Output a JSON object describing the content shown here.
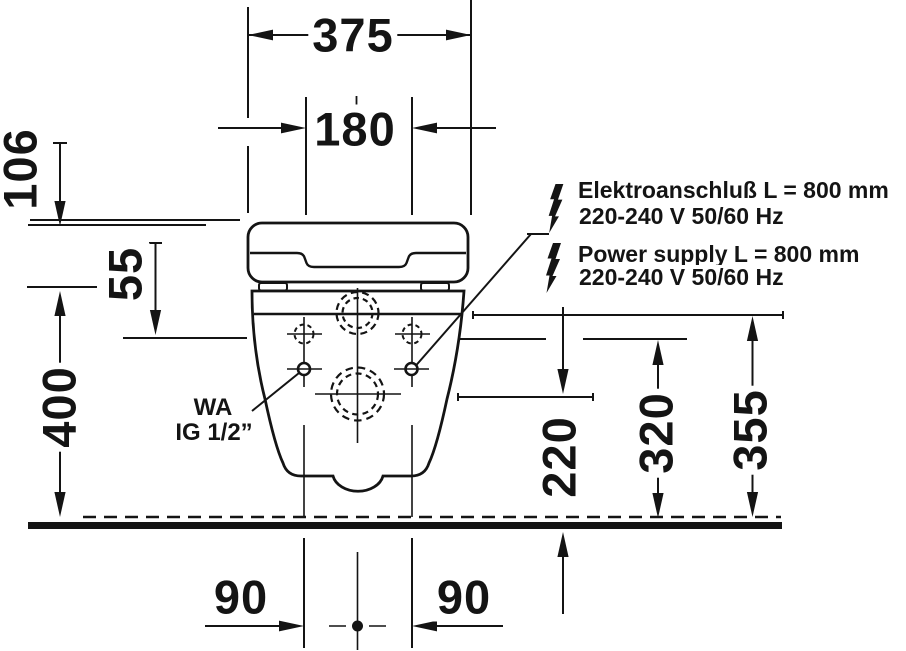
{
  "drawing": {
    "type": "technical-installation-drawing",
    "dims": {
      "overall_width": "375",
      "recess_width": "180",
      "seat_stack_height": "106",
      "hole_offset": "55",
      "rim_to_floor": "400",
      "supply_to_floor": "220",
      "fixings_to_floor": "320",
      "top_to_floor": "355",
      "left_spacing": "90",
      "right_spacing": "90"
    },
    "labels": {
      "electrical_de_line1": "Elektroanschluß L = 800 mm",
      "electrical_de_line2": "220-240 V  50/60 Hz",
      "electrical_en_line1": "Power supply L = 800 mm",
      "electrical_en_line2": "220-240 V  50/60 Hz",
      "water_connection_line1": "WA",
      "water_connection_line2": "IG 1/2”"
    },
    "icons": {
      "lightning": "high-voltage-lightning-bolt"
    },
    "colors": {
      "ink": "#141414",
      "background": "#ffffff"
    }
  }
}
